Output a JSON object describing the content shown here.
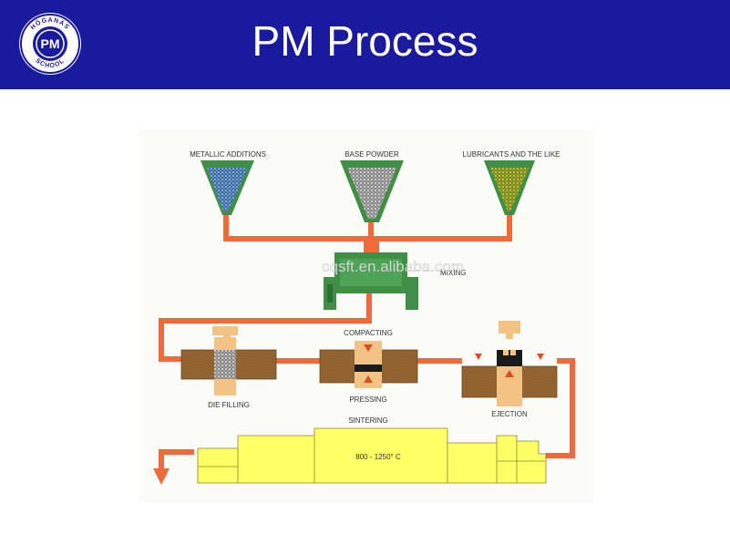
{
  "header": {
    "title": "PM Process",
    "logo_text_top": "HÖGANÄS",
    "logo_text_bottom": "SCHOOL",
    "logo_monogram": "PM",
    "bg_color": "#1a1a9e"
  },
  "diagram": {
    "hoppers": {
      "metallic": "METALLIC ADDITIONS",
      "base": "BASE POWDER",
      "lubricants": "LUBRICANTS AND THE LIKE"
    },
    "mixing": "MIXING",
    "compacting": "COMPACTING",
    "die_filling": "DIE FILLING",
    "pressing": "PRESSING",
    "ejection": "EJECTION",
    "sintering": "SINTERING",
    "temperature": "800 - 1250° C",
    "watermark": "cqsft.en.alibaba.com",
    "colors": {
      "flow": "#f06a3c",
      "hopper": "#3f8f46",
      "die": "#9a6a34",
      "punch": "#f2c384",
      "furnace": "#ffff66"
    }
  }
}
